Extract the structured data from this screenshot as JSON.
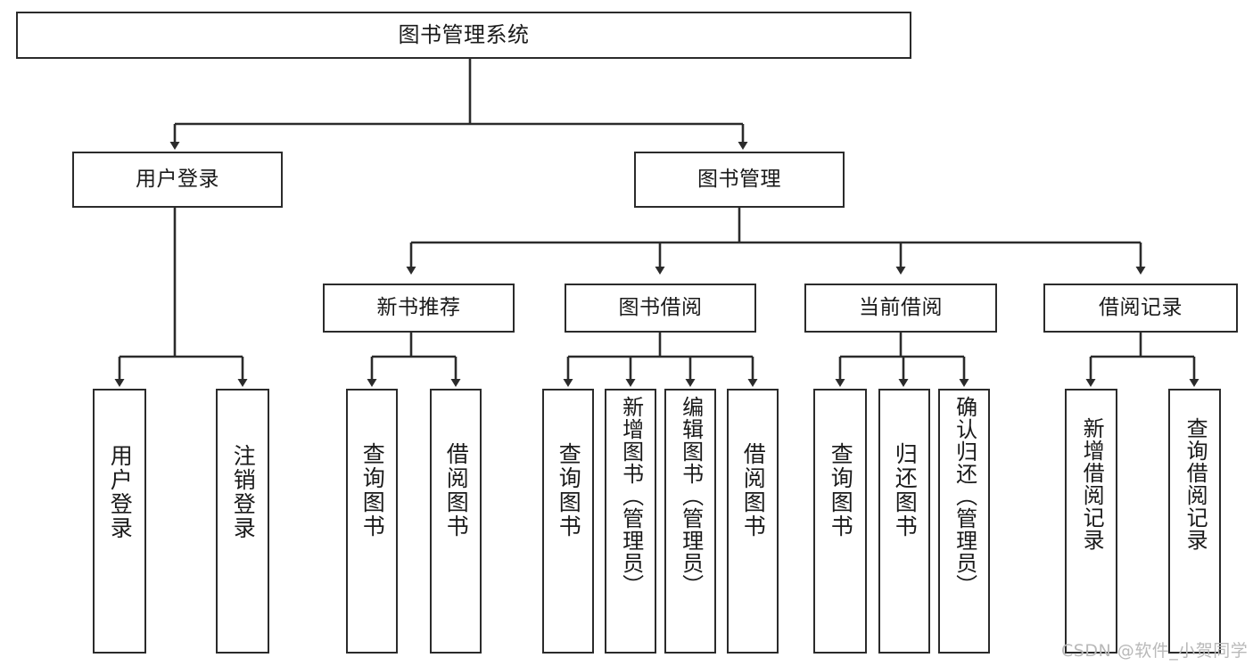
{
  "diagram": {
    "title_node": {
      "label": "图书管理系统"
    },
    "level2": [
      {
        "id": "user-login",
        "label": "用户登录"
      },
      {
        "id": "book-management",
        "label": "图书管理"
      }
    ],
    "level3": [
      {
        "id": "new-book-recommend",
        "label": "新书推荐"
      },
      {
        "id": "book-borrow",
        "label": "图书借阅"
      },
      {
        "id": "current-borrow",
        "label": "当前借阅"
      },
      {
        "id": "borrow-record",
        "label": "借阅记录"
      }
    ],
    "leaves": [
      {
        "id": "leaf-user-login",
        "label": "用户登录"
      },
      {
        "id": "leaf-logout",
        "label": "注销登录"
      },
      {
        "id": "leaf-query-book-1",
        "label": "查询图书"
      },
      {
        "id": "leaf-borrow-book-1",
        "label": "借阅图书"
      },
      {
        "id": "leaf-query-book-2",
        "label": "查询图书"
      },
      {
        "id": "leaf-add-book",
        "label": "新增图书（管理员）"
      },
      {
        "id": "leaf-edit-book",
        "label": "编辑图书（管理员）"
      },
      {
        "id": "leaf-borrow-book-2",
        "label": "借阅图书"
      },
      {
        "id": "leaf-query-book-3",
        "label": "查询图书"
      },
      {
        "id": "leaf-return-book",
        "label": "归还图书"
      },
      {
        "id": "leaf-confirm-return",
        "label": "确认归还（管理员）"
      },
      {
        "id": "leaf-add-record",
        "label": "新增借阅记录"
      },
      {
        "id": "leaf-query-record",
        "label": "查询借阅记录"
      }
    ],
    "watermark": "CSDN @软件_小贺同学",
    "colors": {
      "stroke": "#2b2b2b",
      "background": "#ffffff",
      "text": "#1a1a1a",
      "watermark": "#b9b9b9"
    }
  }
}
